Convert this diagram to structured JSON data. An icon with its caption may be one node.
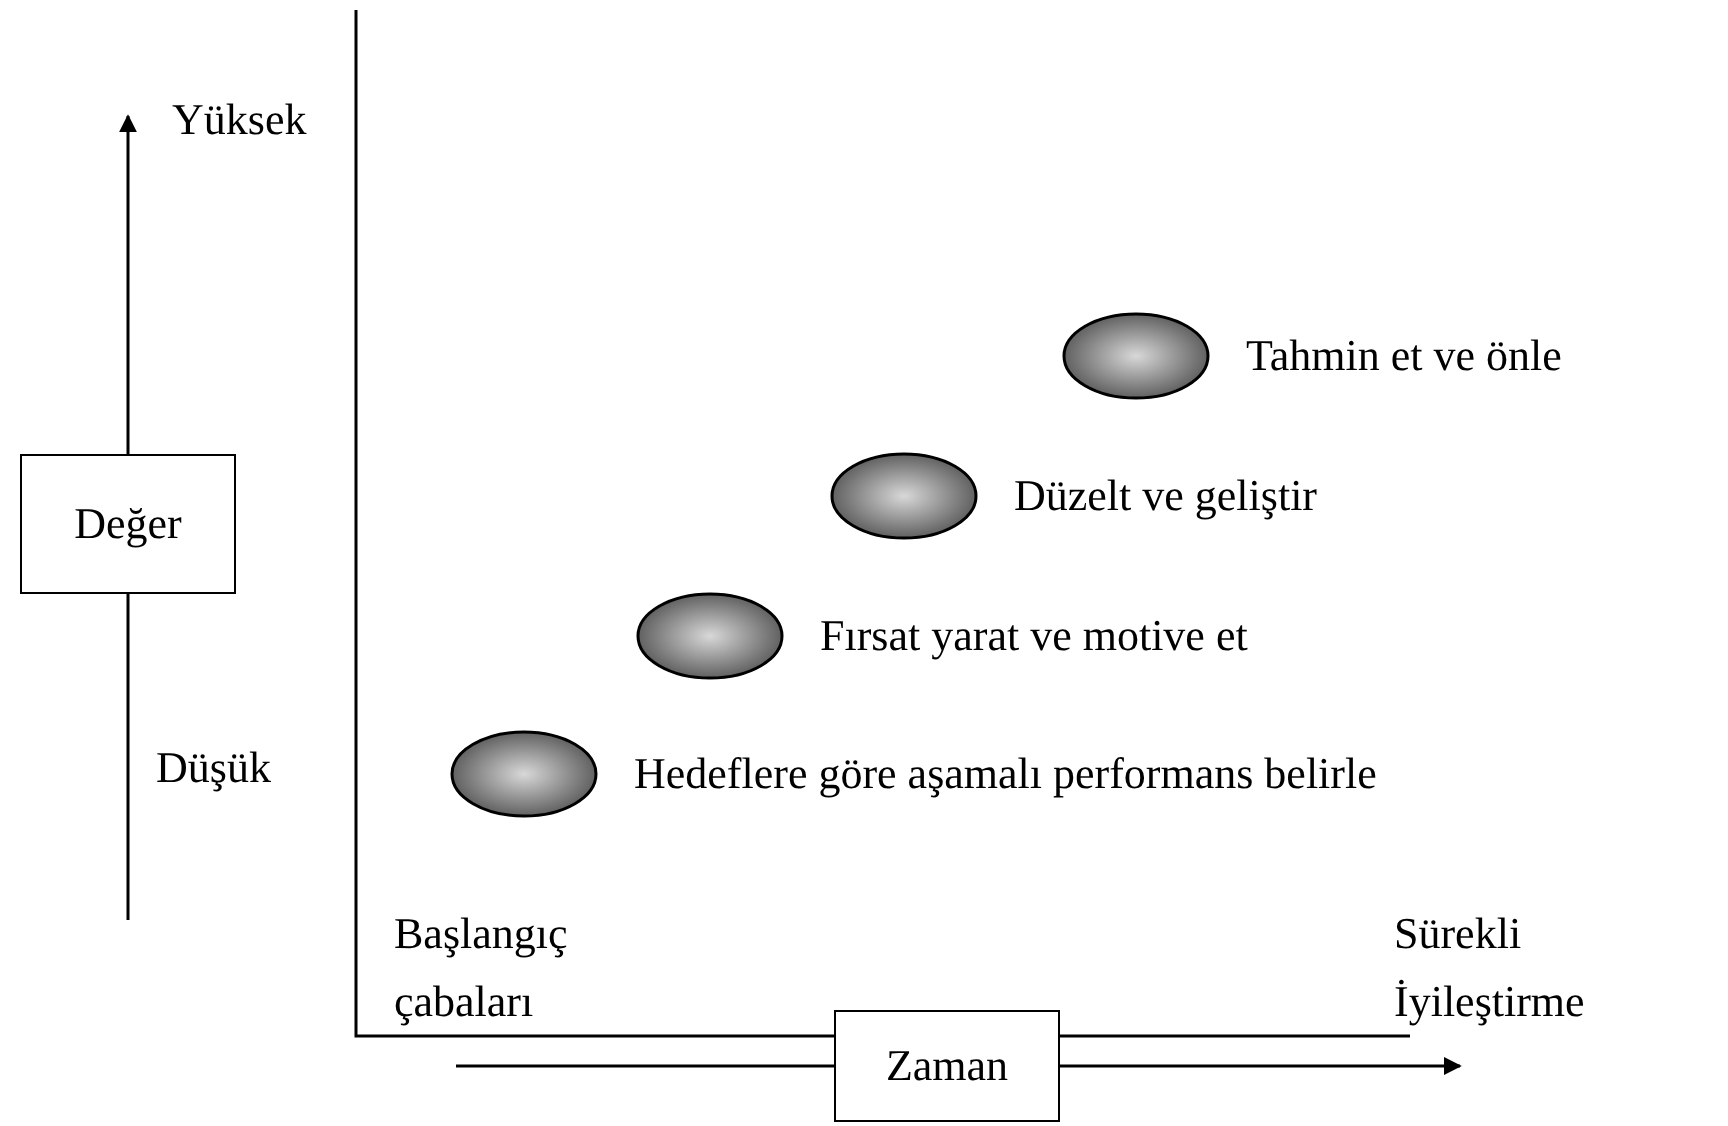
{
  "diagram": {
    "nodes": [
      {
        "text": [
          "Değer"
        ]
      },
      {
        "text": [],
        "shape": "ellipse",
        "beside": [
          "Hedeflere göre aşamalı performans belirle"
        ]
      },
      {
        "text": [],
        "shape": "ellipse",
        "beside": [
          "Fırsat yarat ve motive et"
        ]
      },
      {
        "text": [],
        "shape": "ellipse",
        "beside": [
          "Düzelt ve geliştir"
        ]
      },
      {
        "text": [],
        "shape": "ellipse",
        "beside": [
          "Tahmin et ve önle"
        ]
      },
      {
        "text": [
          "Zaman"
        ]
      }
    ],
    "edges": [
      {
        "from": null,
        "to": 0,
        "arrow": "none"
      },
      {
        "from": 0,
        "to": null,
        "arrow": "to"
      },
      {
        "from": null,
        "to": 5,
        "arrow": "none"
      },
      {
        "from": 5,
        "to": null,
        "arrow": "to"
      }
    ],
    "labels": [
      "Yüksek",
      "Düşük",
      "Başlangıç çabaları",
      "Sürekli İyileştirme"
    ]
  }
}
